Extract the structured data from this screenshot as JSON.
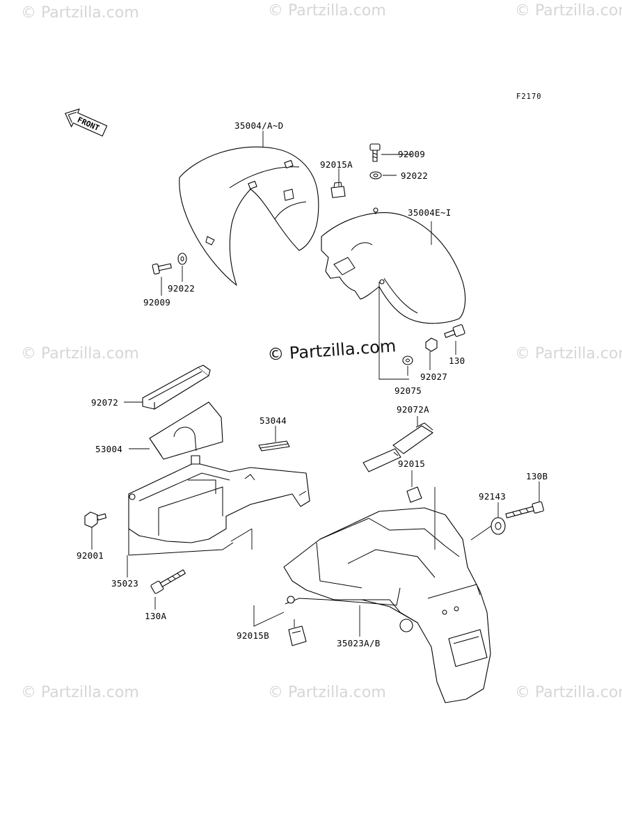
{
  "watermark": "© Partzilla.com",
  "copyright": "© Partzilla.com",
  "figure_code": "F2170",
  "front_label": "FRONT",
  "labels": {
    "l35004AD": "35004/A~D",
    "l92015A": "92015A",
    "l92009a": "92009",
    "l92022a": "92022",
    "l35004EI": "35004E~I",
    "l92022b": "92022",
    "l92009b": "92009",
    "l92027": "92027",
    "l130": "130",
    "l92075": "92075",
    "l92072": "92072",
    "l53004": "53004",
    "l53044": "53044",
    "l92072A": "92072A",
    "l92015": "92015",
    "l130B": "130B",
    "l92143": "92143",
    "l92001": "92001",
    "l35023": "35023",
    "l130A": "130A",
    "l92015B": "92015B",
    "l35023AB": "35023A/B"
  }
}
